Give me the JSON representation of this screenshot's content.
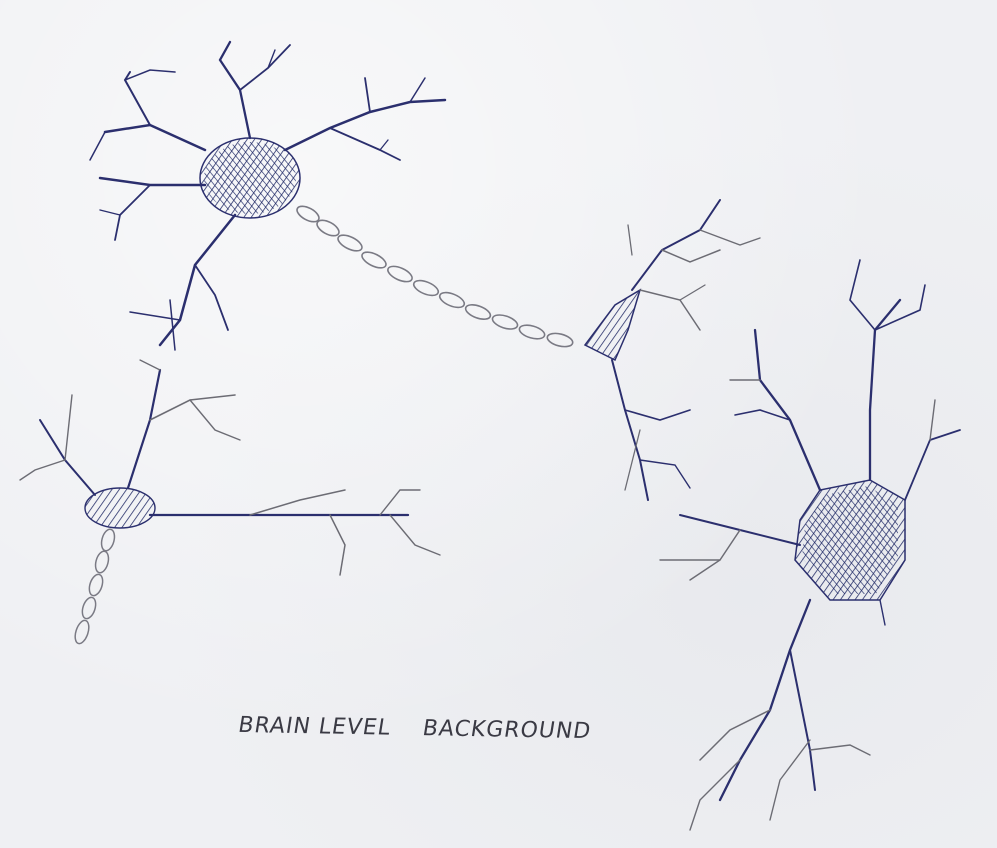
{
  "caption": "BRAIN LEVEL    BACKGROUND",
  "colors": {
    "paper": "#eff0f3",
    "ink_blue": "#2b2f6e",
    "pencil_gray": "#6c6c74"
  },
  "neurons": [
    {
      "name": "neuron-top-left"
    },
    {
      "name": "neuron-center"
    },
    {
      "name": "neuron-left"
    },
    {
      "name": "neuron-right"
    }
  ]
}
